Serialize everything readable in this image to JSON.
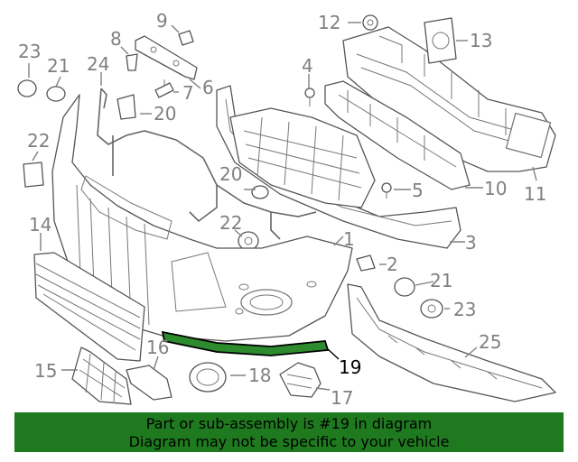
{
  "diagram": {
    "callouts": [
      {
        "id": "1",
        "label": "1"
      },
      {
        "id": "2",
        "label": "2"
      },
      {
        "id": "3",
        "label": "3"
      },
      {
        "id": "4",
        "label": "4"
      },
      {
        "id": "5",
        "label": "5"
      },
      {
        "id": "6",
        "label": "6"
      },
      {
        "id": "7",
        "label": "7"
      },
      {
        "id": "8",
        "label": "8"
      },
      {
        "id": "9",
        "label": "9"
      },
      {
        "id": "10",
        "label": "10"
      },
      {
        "id": "11",
        "label": "11"
      },
      {
        "id": "12",
        "label": "12"
      },
      {
        "id": "13",
        "label": "13"
      },
      {
        "id": "14",
        "label": "14"
      },
      {
        "id": "15",
        "label": "15"
      },
      {
        "id": "16",
        "label": "16"
      },
      {
        "id": "17",
        "label": "17"
      },
      {
        "id": "18",
        "label": "18"
      },
      {
        "id": "19",
        "label": "19",
        "highlighted": true
      },
      {
        "id": "20a",
        "label": "20"
      },
      {
        "id": "20b",
        "label": "20"
      },
      {
        "id": "21a",
        "label": "21"
      },
      {
        "id": "21b",
        "label": "21"
      },
      {
        "id": "22a",
        "label": "22"
      },
      {
        "id": "22b",
        "label": "22"
      },
      {
        "id": "23a",
        "label": "23"
      },
      {
        "id": "23b",
        "label": "23"
      },
      {
        "id": "24",
        "label": "24"
      },
      {
        "id": "25",
        "label": "25"
      }
    ],
    "highlight_color": "#1a7a1a",
    "callout_color": "#808080"
  },
  "banner": {
    "line1": "Part or sub-assembly is #19 in diagram",
    "line2": "Diagram may not be specific to your vehicle",
    "background": "#1f7a1f"
  }
}
